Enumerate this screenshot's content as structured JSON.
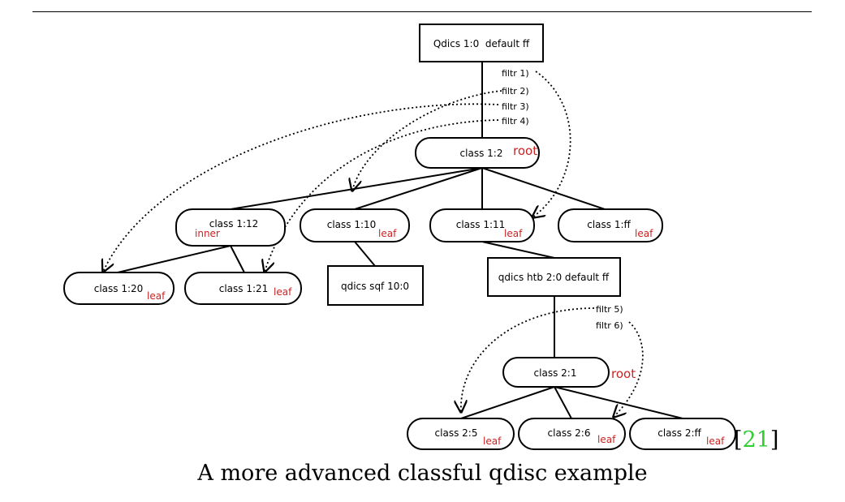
{
  "diagram": {
    "nodes": {
      "qdisc_root": {
        "label": "Qdics 1:0  default ff",
        "tag": ""
      },
      "class_1_2": {
        "label": "class 1:2",
        "tag": "root"
      },
      "class_1_12": {
        "label": "class 1:12",
        "tag": "inner"
      },
      "class_1_10": {
        "label": "class 1:10",
        "tag": "leaf"
      },
      "class_1_11": {
        "label": "class 1:11",
        "tag": "leaf"
      },
      "class_1_ff": {
        "label": "class 1:ff",
        "tag": "leaf"
      },
      "class_1_20": {
        "label": "class 1:20",
        "tag": "leaf"
      },
      "class_1_21": {
        "label": "class 1:21",
        "tag": "leaf"
      },
      "qdisc_sqf": {
        "label": "qdics sqf 10:0",
        "tag": ""
      },
      "qdisc_htb": {
        "label": "qdics htb 2:0 default ff",
        "tag": ""
      },
      "class_2_1": {
        "label": "class 2:1",
        "tag": "root"
      },
      "class_2_5": {
        "label": "class 2:5",
        "tag": "leaf"
      },
      "class_2_6": {
        "label": "class 2:6",
        "tag": "leaf"
      },
      "class_2_ff": {
        "label": "class 2:ff",
        "tag": "leaf"
      }
    },
    "filters": [
      "filtr 1)",
      "filtr 2)",
      "filtr 3)",
      "filtr 4)",
      "filtr 5)",
      "filtr 6)"
    ]
  },
  "colors": {
    "tag": "#cc2222",
    "citation": "#33cc33",
    "line": "#000000"
  },
  "citation": {
    "open": "[",
    "number": "21",
    "close": "]"
  },
  "caption": "A more advanced classful qdisc example"
}
